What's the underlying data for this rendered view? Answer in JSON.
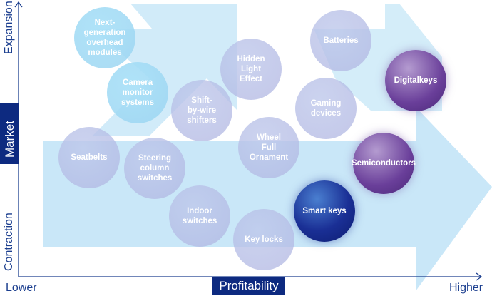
{
  "axes": {
    "y_label": "Market",
    "y_high": "Expansion",
    "y_low": "Contraction",
    "x_label": "Profitability",
    "x_low": "Lower",
    "x_high": "Higher"
  },
  "colors": {
    "navy": "#0d2a80",
    "arrow": "#bfe3f7",
    "purple": "#6a3f9a",
    "dark_blue": "#1a2f95"
  },
  "bubbles": [
    {
      "label": "Next-generation overhead modules",
      "style": "cyan"
    },
    {
      "label": "Camera monitor systems",
      "style": "cyan"
    },
    {
      "label": "Hidden Light Effect",
      "style": "lavender"
    },
    {
      "label": "Shift-by-wire shifters",
      "style": "lavender"
    },
    {
      "label": "Batteries",
      "style": "lavender"
    },
    {
      "label": "Gaming devices",
      "style": "lavender"
    },
    {
      "label": "Digitalkeys",
      "style": "purple"
    },
    {
      "label": "Seatbelts",
      "style": "lavender"
    },
    {
      "label": "Steering column switches",
      "style": "lavender"
    },
    {
      "label": "Wheel Full Ornament",
      "style": "lavender"
    },
    {
      "label": "Semiconductors",
      "style": "purple"
    },
    {
      "label": "Indoor switches",
      "style": "lavender"
    },
    {
      "label": "Smart keys",
      "style": "darkblue"
    },
    {
      "label": "Key locks",
      "style": "lavender"
    }
  ]
}
